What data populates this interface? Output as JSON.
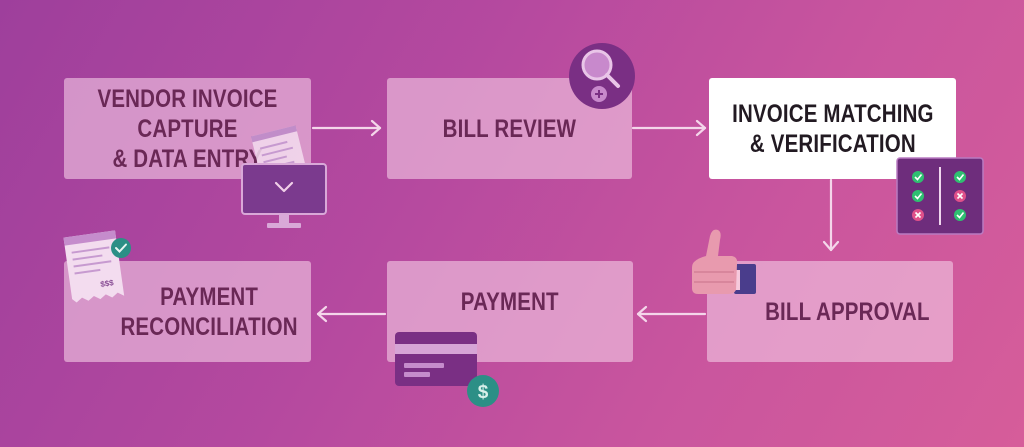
{
  "steps": [
    {
      "id": "vendor-invoice-capture",
      "lines": [
        "Vendor Invoice Capture",
        "& Data Entry"
      ]
    },
    {
      "id": "bill-review",
      "lines": [
        "Bill Review"
      ]
    },
    {
      "id": "invoice-matching",
      "lines": [
        "Invoice Matching",
        "& Verification"
      ],
      "highlighted": true
    },
    {
      "id": "bill-approval",
      "lines": [
        "Bill Approval"
      ]
    },
    {
      "id": "payment",
      "lines": [
        "Payment"
      ]
    },
    {
      "id": "payment-reconciliation",
      "lines": [
        "Payment",
        "Reconciliation"
      ]
    }
  ],
  "receipt_label": "$$$",
  "currency_symbol": "$",
  "flow": [
    "vendor-invoice-capture",
    "bill-review",
    "invoice-matching",
    "bill-approval",
    "payment",
    "payment-reconciliation"
  ],
  "colors": {
    "background_start": "#9e3f9c",
    "background_end": "#d65d9a",
    "box_fill": "#f2c8e4",
    "box_highlight": "#ffffff",
    "label_text": "#6a2856",
    "label_text_highlight": "#221a22",
    "arrow": "#f4d6ea",
    "icon_dark": "#6e2d7c",
    "check_green": "#2fbf71",
    "cross_pink": "#e0508a",
    "coin_teal": "#2c8f86"
  },
  "icons": [
    "monitor-icon",
    "invoice-document-icon",
    "magnifier-icon",
    "checklist-icon",
    "thumbs-up-icon",
    "credit-card-icon",
    "dollar-coin-icon",
    "receipt-icon",
    "check-badge-icon"
  ]
}
